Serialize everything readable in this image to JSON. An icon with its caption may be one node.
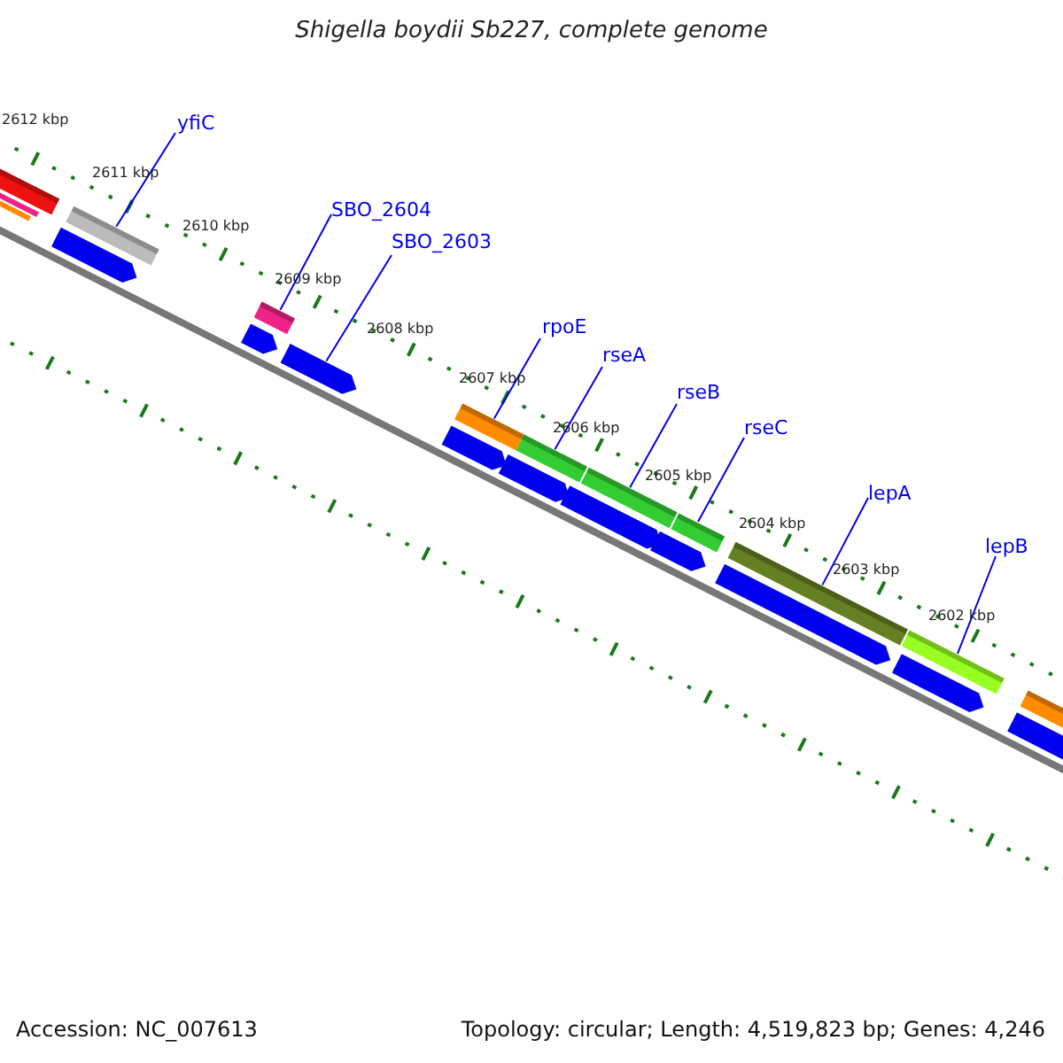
{
  "diagram": {
    "title": "Shigella boydii Sb227, complete genome",
    "nodes": [
      {
        "text": [
          "yfiC"
        ]
      },
      {
        "text": [
          "SBO_2604"
        ]
      },
      {
        "text": [
          "SBO_2603"
        ]
      },
      {
        "text": [
          "rpoE"
        ]
      },
      {
        "text": [
          "rseA"
        ]
      },
      {
        "text": [
          "rseB"
        ]
      },
      {
        "text": [
          "rseC"
        ]
      },
      {
        "text": [
          "lepA"
        ]
      },
      {
        "text": [
          "lepB"
        ]
      },
      {
        "text": [],
        "shape": "bar"
      },
      {
        "text": [],
        "shape": "bar"
      },
      {
        "text": [],
        "shape": "bar"
      },
      {
        "text": [],
        "shape": "bar"
      },
      {
        "text": [],
        "shape": "bar"
      },
      {
        "text": [],
        "shape": "bar"
      },
      {
        "text": [],
        "shape": "bar"
      },
      {
        "text": [],
        "shape": "bar"
      },
      {
        "text": [],
        "shape": "bar"
      }
    ],
    "edges": [
      {
        "from": 0,
        "to": 9,
        "arrow": "none"
      },
      {
        "from": 1,
        "to": 10,
        "arrow": "none"
      },
      {
        "from": 2,
        "to": 11,
        "arrow": "none"
      },
      {
        "from": 3,
        "to": 12,
        "arrow": "none"
      },
      {
        "from": 4,
        "to": 13,
        "arrow": "none"
      },
      {
        "from": 5,
        "to": 14,
        "arrow": "none"
      },
      {
        "from": 6,
        "to": 15,
        "arrow": "none"
      },
      {
        "from": 7,
        "to": 16,
        "arrow": "none"
      },
      {
        "from": 8,
        "to": 17,
        "arrow": "none"
      }
    ],
    "labels": [
      "2612 kbp",
      "2611 kbp",
      "2610 kbp",
      "2609 kbp",
      "2608 kbp",
      "2607 kbp",
      "2606 kbp",
      "2605 kbp",
      "2604 kbp",
      "2603 kbp",
      "2602 kbp",
      "Accession: NC_007613",
      "Topology: circular; Length: 4,519,823 bp; Genes: 4,246"
    ]
  }
}
